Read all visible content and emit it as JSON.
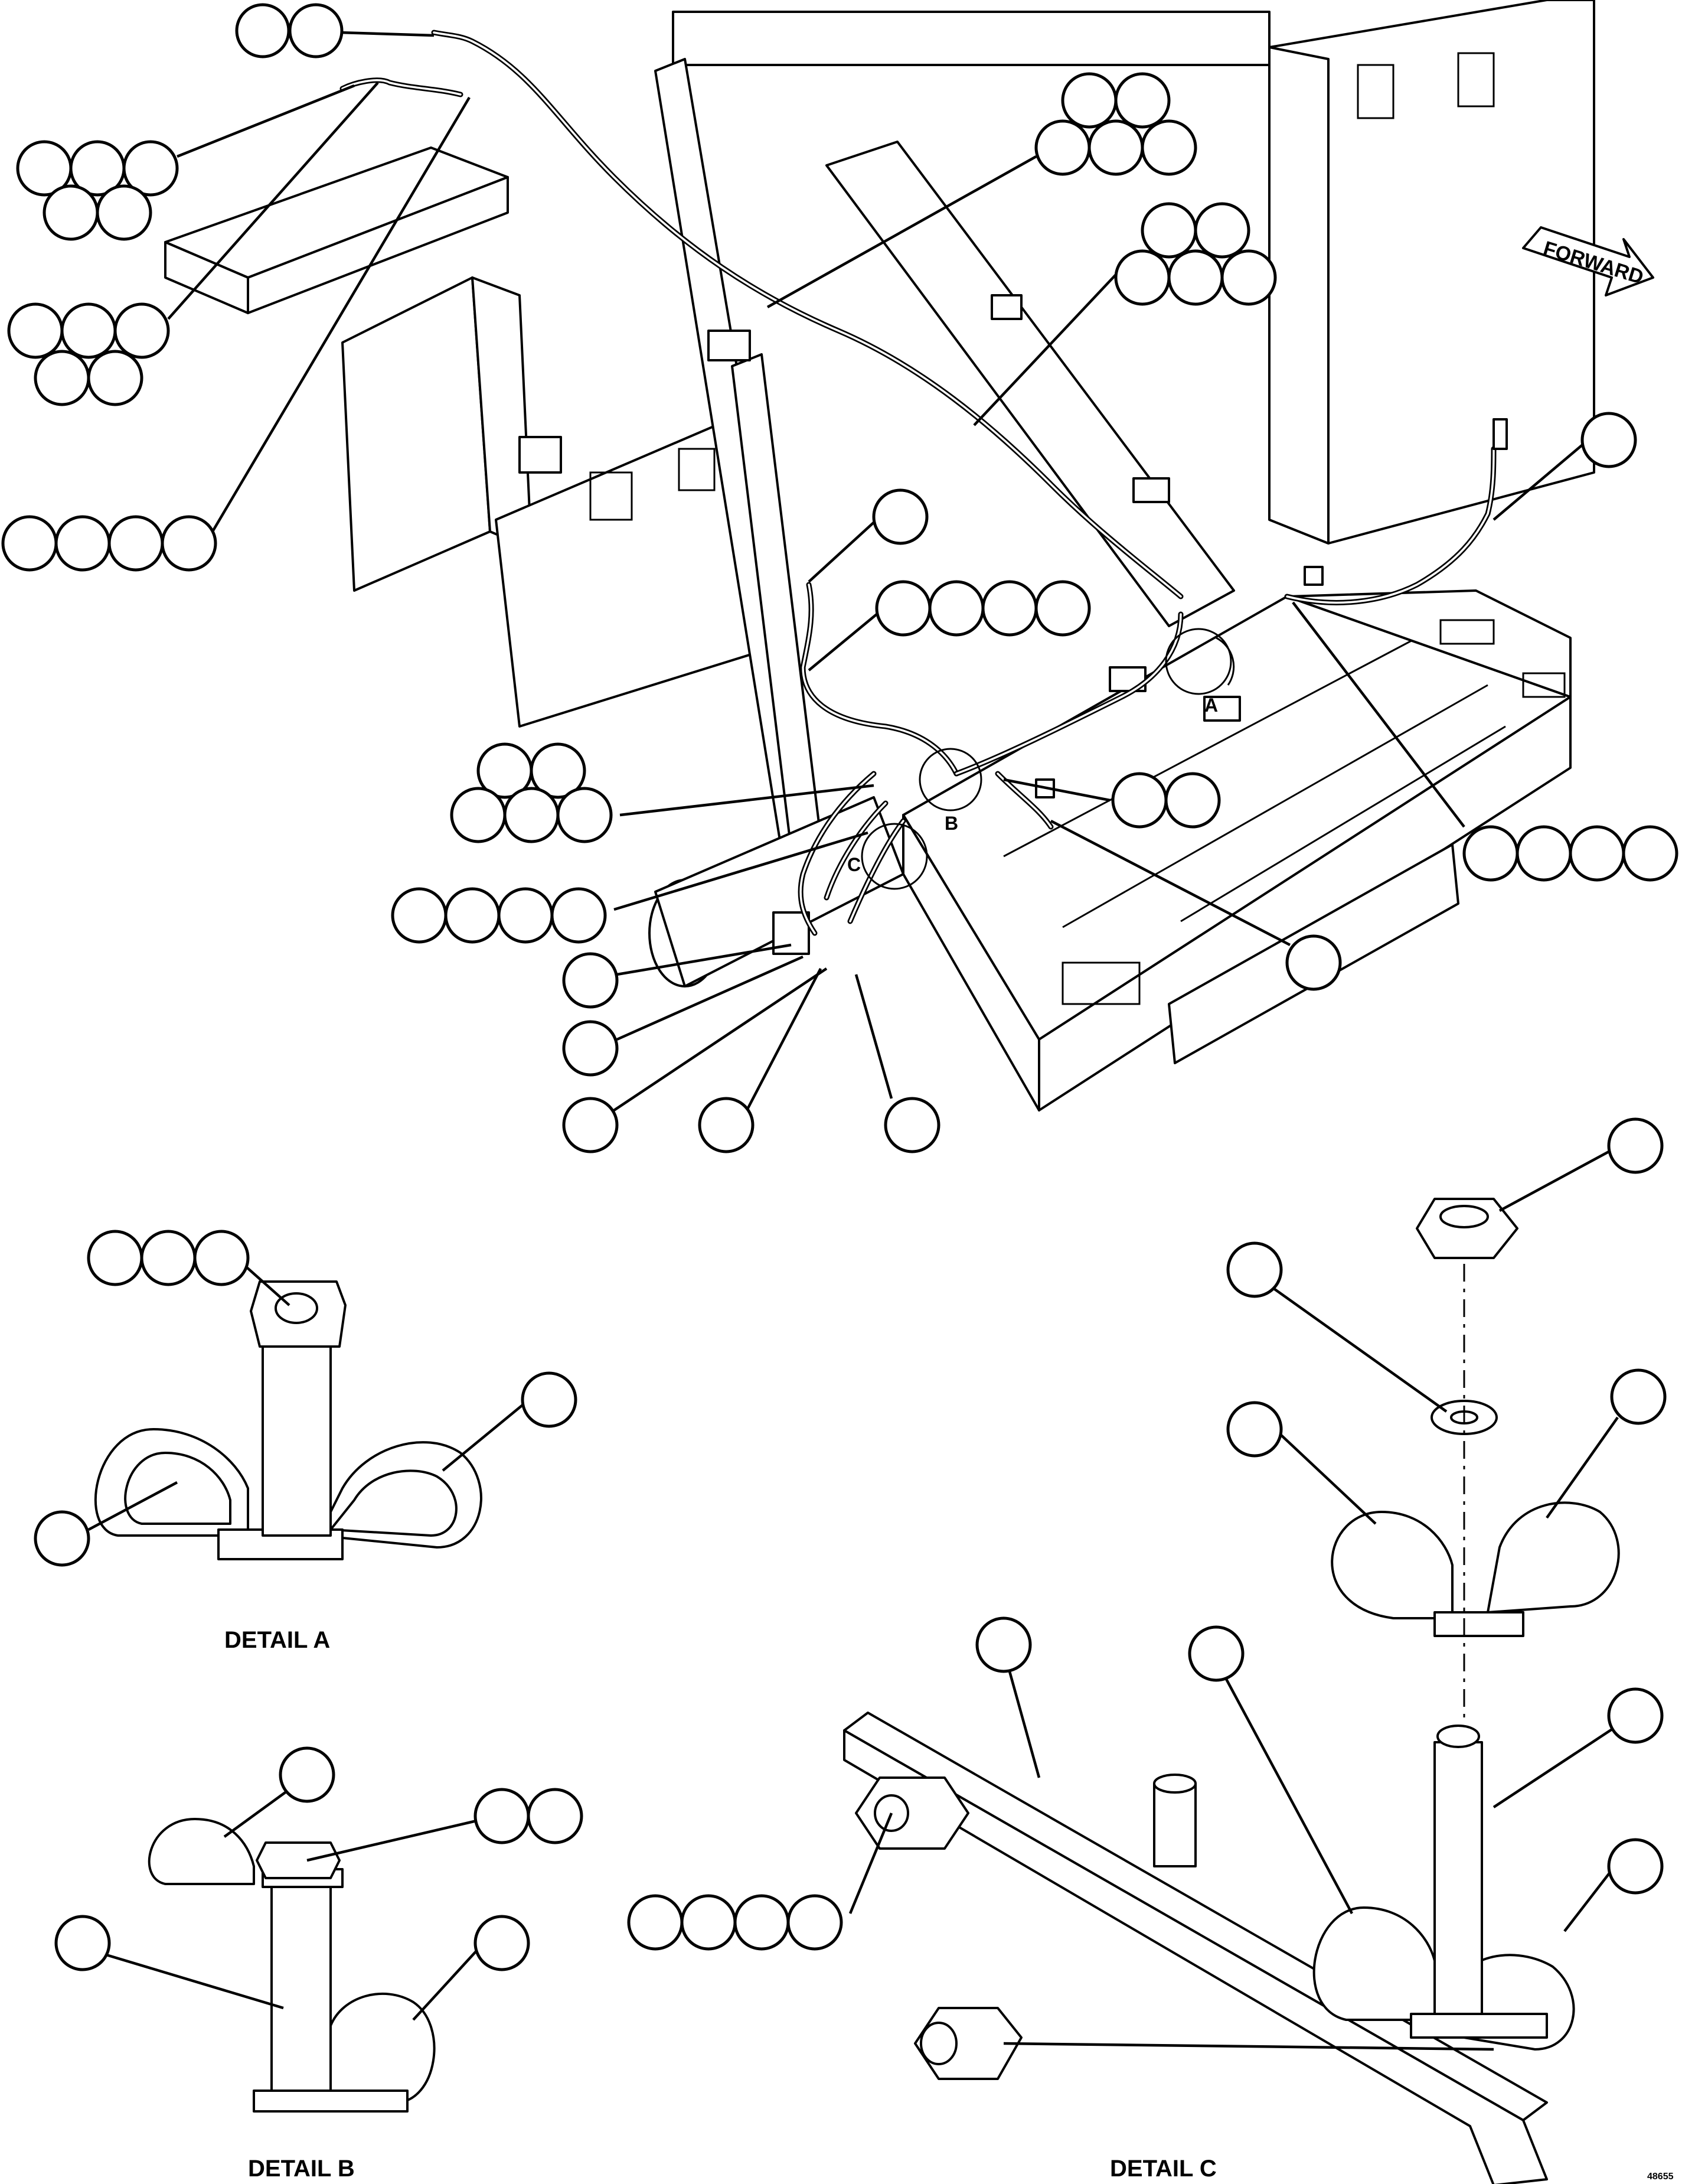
{
  "labels": {
    "forward": "FORWARD",
    "detail_a": "DETAIL A",
    "detail_b": "DETAIL B",
    "detail_c": "DETAIL C",
    "view_a": "A",
    "view_b": "B",
    "view_c": "C",
    "drawing_number": "48655"
  },
  "callout_balloons": "blank (no item numbers printed)"
}
